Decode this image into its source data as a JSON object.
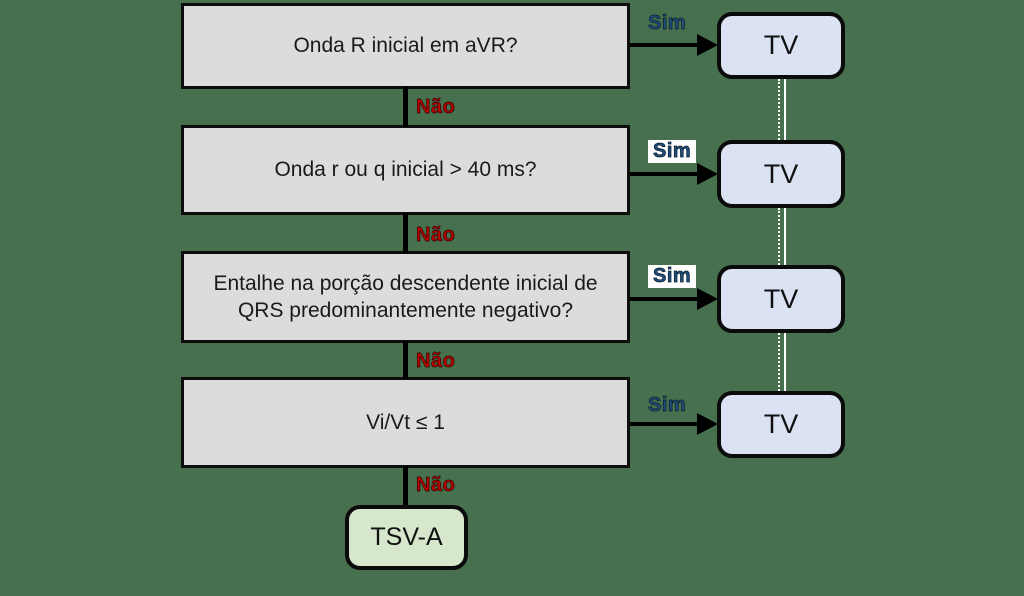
{
  "diagram": {
    "type": "flowchart",
    "language": "pt-BR",
    "questions": [
      {
        "text": "Onda R inicial em aVR?"
      },
      {
        "text": "Onda r ou q inicial > 40 ms?"
      },
      {
        "text": "Entalhe na porção descendente inicial de QRS predominantemente negativo?"
      },
      {
        "text": "Vi/Vt ≤ 1"
      }
    ],
    "labels": {
      "yes": "Sim",
      "no": "Não"
    },
    "outcomes": {
      "tv": "TV",
      "final": "TSV-A"
    },
    "colors": {
      "background": "#47704E",
      "question_fill": "#DCDCDC",
      "tv_fill": "#DAE2F3",
      "final_fill": "#D6E7CC",
      "border": "#0B0B0B",
      "yes_text": "#1F4E79",
      "no_text": "#C00000",
      "tv_connector": "#FFFFFF"
    }
  }
}
